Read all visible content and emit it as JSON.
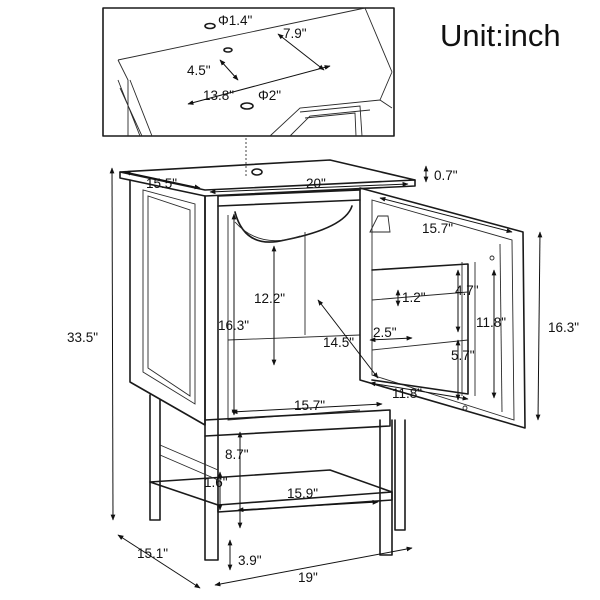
{
  "unit_title": "Unit:inch",
  "dimensions": {
    "hole_small": "Φ1.4\"",
    "top_offset": "7.9\"",
    "hole_to_edge": "4.5\"",
    "top_width": "13.8\"",
    "hole_large": "Φ2\"",
    "top_thickness": "0.7\"",
    "depth_top": "15.5\"",
    "width_top": "20\"",
    "overall_height": "33.5\"",
    "door_width": "15.7\"",
    "door_height": "16.3\"",
    "basin_clearance": "12.2\"",
    "cabinet_inner_height": "16.3\"",
    "inner_depth": "14.5\"",
    "rack_gap_top": "1.2\"",
    "rack_upper": "4.7\"",
    "rack_height": "11.8\"",
    "rack_depth": "2.5\"",
    "rack_lower": "5.7\"",
    "rack_width": "11.8\"",
    "inner_width": "15.7\"",
    "shelf_gap": "8.7\"",
    "shelf_edge": "1.6\"",
    "shelf_width": "15.9\"",
    "leg_clearance": "3.9\"",
    "base_depth": "15.1\"",
    "base_width": "19\""
  }
}
